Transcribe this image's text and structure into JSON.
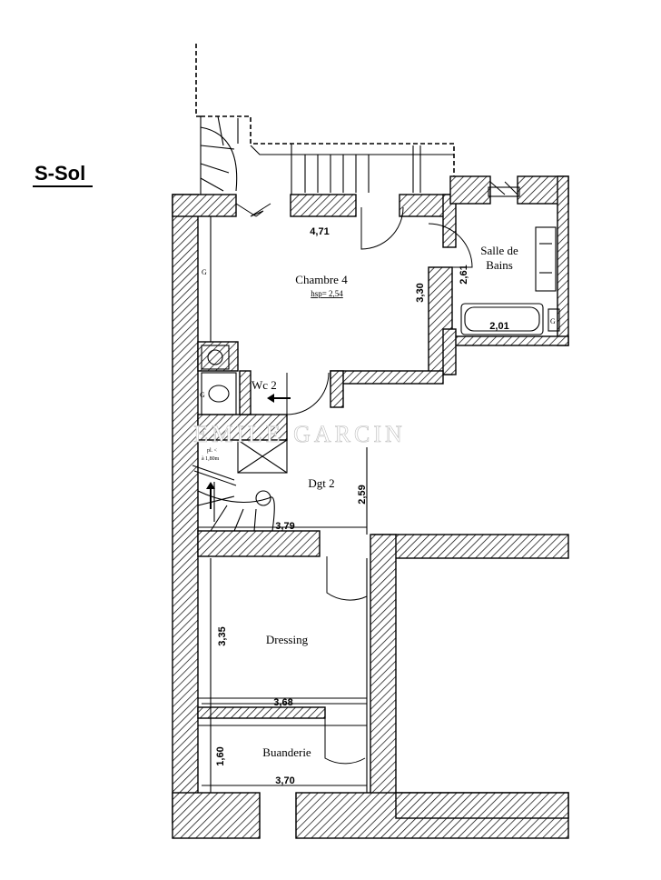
{
  "title": "S-Sol",
  "rooms": {
    "chambre": {
      "label": "Chambre 4",
      "hsp": "hsp= 2,54"
    },
    "sdb_line1": "Salle de",
    "sdb_line2": "Bains",
    "wc": "Wc 2",
    "dgt": "Dgt 2",
    "dressing": "Dressing",
    "buanderie": "Buanderie"
  },
  "dimensions": {
    "chambre_width": "4,71",
    "chambre_height": "3,30",
    "sdb_height": "2,61",
    "sdb_width": "2,01",
    "dgt_width": "3,79",
    "dgt_height": "2,59",
    "dressing_height": "3,35",
    "dressing_width": "3,68",
    "buanderie_height": "1,60",
    "buanderie_width": "3,70"
  },
  "markers": {
    "g1": "G",
    "g2": "G",
    "g3": "G",
    "stair_note_1": "pl. <",
    "stair_note_2": "à 1,80m"
  },
  "watermark": "EMILE GARCIN"
}
